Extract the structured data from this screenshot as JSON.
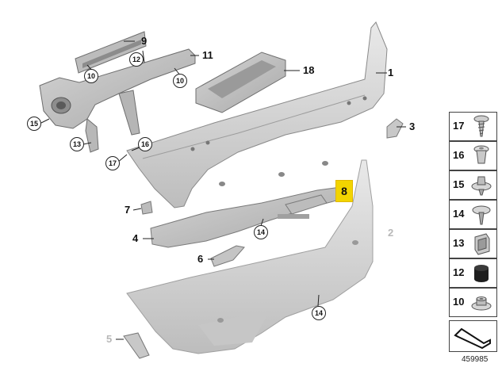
{
  "highlighted_part": "8",
  "callouts": {
    "p9": "9",
    "p11": "11",
    "p10a": "10",
    "p12": "12",
    "p10b": "10",
    "p18": "18",
    "p1": "1",
    "p15": "15",
    "p13": "13",
    "p16": "16",
    "p17": "17",
    "p3": "3",
    "p8": "8",
    "p7": "7",
    "p4": "4",
    "p14a": "14",
    "p2": "2",
    "p6": "6",
    "p14b": "14",
    "p5": "5"
  },
  "legend": {
    "items": [
      {
        "number": "17",
        "icon": "screw-icon"
      },
      {
        "number": "16",
        "icon": "expanding-rivet-icon"
      },
      {
        "number": "15",
        "icon": "plastic-clip-icon"
      },
      {
        "number": "14",
        "icon": "push-clip-icon"
      },
      {
        "number": "13",
        "icon": "clip-nut-icon"
      },
      {
        "number": "12",
        "icon": "rubber-buffer-icon"
      },
      {
        "number": "10",
        "icon": "collar-nut-icon"
      }
    ],
    "bottom_icon": "bumper-outline-arrow-icon"
  },
  "document_id": "459985",
  "colors": {
    "highlight": "#f2d400",
    "part_fill": "#d9d9d9",
    "part_stroke": "#8a8a8a"
  }
}
